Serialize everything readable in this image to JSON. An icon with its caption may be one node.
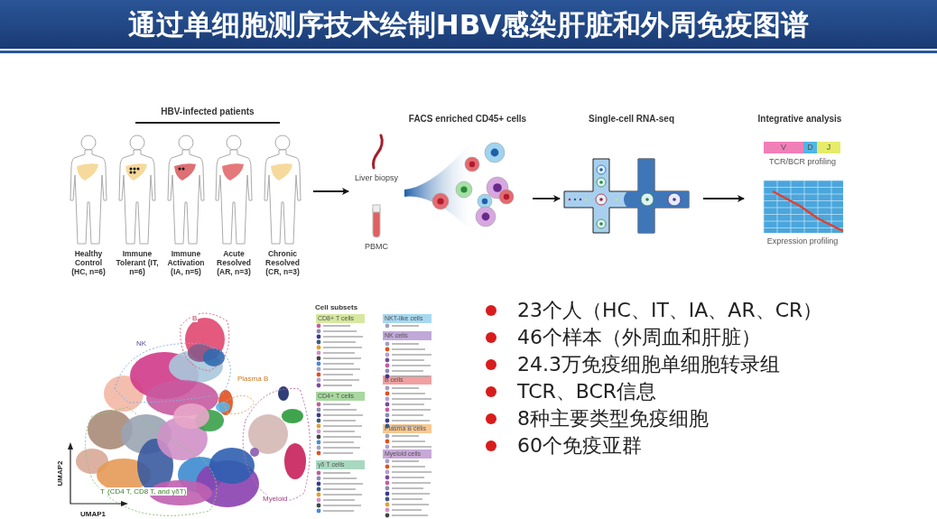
{
  "diagram": {
    "title": "通过单细胞测序技术绘制HBV感染肝脏和外周免疫图谱",
    "nodes": [
      {
        "text": [],
        "shape": "picture"
      },
      {
        "text": [
          "Healthy Control (HC, n=6)"
        ],
        "in": 0
      },
      {
        "text": [
          "Immune Tolerant (IT, n=6)"
        ],
        "in": 0
      },
      {
        "text": [
          "Immune Activation (IA, n=5)"
        ],
        "in": 0
      },
      {
        "text": [
          "Acute Resolved (AR, n=3)"
        ],
        "in": 0
      },
      {
        "text": [
          "Chronic Resolved (CR, n=3)"
        ],
        "in": 0
      },
      {
        "text": [
          "Liver biopsy",
          "PBMC"
        ]
      },
      {
        "text": [
          "FACS enriched CD45+ cells"
        ]
      },
      {
        "text": [
          "Single-cell RNA-seq"
        ]
      },
      {
        "text": [
          "Integrative analysis",
          "V",
          "D",
          "J",
          "TCR/BCR profiling",
          "Expression profiling"
        ]
      }
    ],
    "edges": [
      {
        "from": 0,
        "to": 6,
        "arrow": "to"
      },
      {
        "from": 7,
        "to": 8,
        "arrow": "to"
      },
      {
        "from": 8,
        "to": 9,
        "arrow": "to"
      }
    ],
    "labels": [
      "HBV-infected patients",
      "B",
      "NK",
      "Plasma B",
      "Myeloid",
      "T",
      "(CD4 T, CD8 T, and γδT)",
      "UMAP2",
      "UMAP1",
      "Cell subsets",
      "CD8+ T cells",
      "CD4+ T cells",
      "γδ T cells",
      "NKT-like cells",
      "NK cells",
      "B cells",
      "Plasma B cells",
      "Myeloid cells",
      "23个人（HC、IT、IA、AR、CR）",
      "46个样本（外周血和肝脏）",
      "24.3万免疫细胞单细胞转录组",
      "TCR、BCR信息",
      "8种主要类型免疫细胞",
      "60个免疫亚群"
    ]
  }
}
